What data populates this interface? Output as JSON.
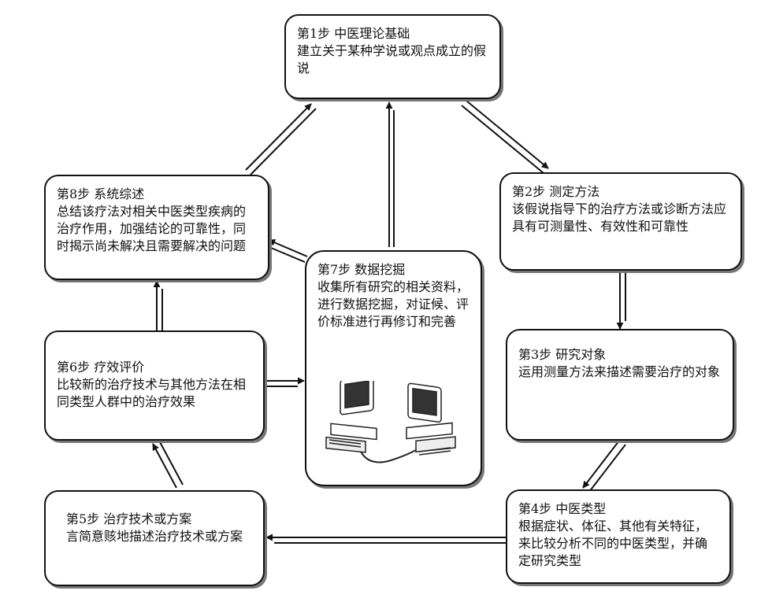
{
  "steps": {
    "s1": {
      "title": "第1步  中医理论基础",
      "desc": "建立关于某种学说或观点成立的假说"
    },
    "s2": {
      "title": "第2步  测定方法",
      "desc": "该假说指导下的治疗方法或诊断方法应具有可测量性、有效性和可靠性"
    },
    "s3": {
      "title": "第3步  研究对象",
      "desc": "运用测量方法来描述需要治疗的对象"
    },
    "s4": {
      "title": "第4步  中医类型",
      "desc": "根据症状、体征、其他有关特征，来比较分析不同的中医类型，并确定研究类型"
    },
    "s5": {
      "title": "第5步  治疗技术或方案",
      "desc": "言简意赅地描述治疗技术或方案"
    },
    "s6": {
      "title": "第6步  疗效评价",
      "desc": "比较新的治疗技术与其他方法在相同类型人群中的治疗效果"
    },
    "s7": {
      "title": "第7步  数据挖掘",
      "desc": "收集所有研究的相关资料，进行数据挖掘，对证候、评价标准进行再修订和完善"
    },
    "s8": {
      "title": "第8步  系统综述",
      "desc": "总结该疗法对相关中医类型疾病的治疗作用，加强结论的可靠性，同时揭示尚未解决且需要解决的问题"
    }
  },
  "icons": [
    "computer-icon",
    "computer-icon"
  ]
}
